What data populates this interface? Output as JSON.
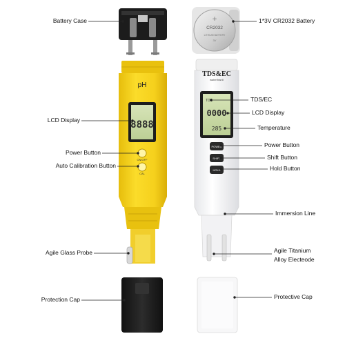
{
  "labels": {
    "battery_case": "Battery Case",
    "battery": "1*3V CR2032 Battery",
    "lcd_display_left": "LCD Display",
    "power_button_left": "Power Button",
    "auto_calibration_button": "Auto Calibration Button",
    "agile_glass_probe": "Agile Glass Probe",
    "protection_cap": "Protection Cap",
    "tds_ec": "TDS/EC",
    "lcd_display_right": "LCD Display",
    "temperature": "Temperature",
    "power_button_right": "Power Button",
    "shift_button": "Shift Button",
    "hold_button": "Hold Button",
    "immersion_line": "Immersion Line",
    "agile_titanium_line1": "Agile Titanium",
    "agile_titanium_line2": "Alloy Electeode",
    "protective_cap": "Protective Cap"
  },
  "ph_meter": {
    "brand": "pH",
    "lcd_digits": "8888",
    "on_off_label": "ON/OFF",
    "cal_label": "CAL"
  },
  "tds_meter": {
    "brand": "TDS&EC",
    "subtitle": "water/hardi",
    "mode": "TDS",
    "lcd_reading": "0000",
    "temp_reading": "285",
    "power_key": "POWER",
    "shift_key": "SHIFT",
    "hold_key": "HOLD"
  },
  "battery_text": {
    "model": "CR2032",
    "lithium": "LITHIUM BATTERY",
    "volts": "3V"
  },
  "colors": {
    "ph_body": "#f7d21a",
    "ph_body_shade": "#e8c00f",
    "tds_body": "#f4f4f6",
    "lcd_green": "#c9d9a8",
    "cap_black": "#1f1f1f",
    "leader_line": "#222222"
  }
}
